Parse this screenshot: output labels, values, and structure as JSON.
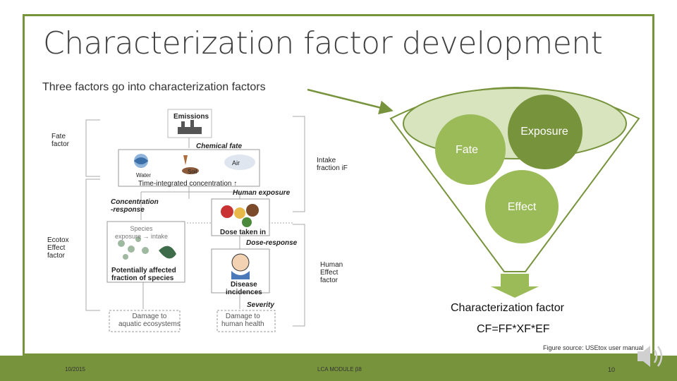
{
  "slide": {
    "title": "Characterization factor development",
    "subtitle": "Three factors go into characterization factors"
  },
  "usetox": {
    "fate_factor": [
      "Fate",
      "factor"
    ],
    "emissions": "Emissions",
    "chemical_fate": "Chemical fate",
    "air": "Air",
    "water": "Water",
    "soil": "Soil",
    "time_integrated": "Time-integrated concentration",
    "intake_fraction": [
      "Intake",
      "fraction iF"
    ],
    "human_exposure": "Human exposure",
    "concentration_response": [
      "Concentration",
      "-response"
    ],
    "dose_taken_in": "Dose taken in",
    "dose_response": "Dose-response",
    "species_exposure": [
      "Species",
      "exposure → intake"
    ],
    "ecotox_effect_factor": [
      "Ecotox",
      "Effect",
      "factor"
    ],
    "potentially_affected": [
      "Potentially affected",
      "fraction of species"
    ],
    "disease_incidences": [
      "Disease",
      "incidences"
    ],
    "human_effect_factor": [
      "Human",
      "Effect",
      "factor"
    ],
    "severity": "Severity",
    "damage_aquatic": [
      "Damage to",
      "aquatic ecosystems"
    ],
    "damage_human": [
      "Damage to",
      "human health"
    ]
  },
  "funnel": {
    "exposure": "Exposure",
    "fate": "Fate",
    "effect": "Effect",
    "result_label": "Characterization factor",
    "formula": "CF=FF*XF*EF"
  },
  "colors": {
    "accent": "#77933c",
    "circle_dark": "#77933c",
    "circle_light": "#9bbb59",
    "funnel_top": "#d7e4bd",
    "arrow": "#9bbb59"
  },
  "footer": {
    "source": "Figure source: USEtox user manual",
    "date": "10/2015",
    "module": "LCA MODULE β8",
    "page": "10"
  }
}
